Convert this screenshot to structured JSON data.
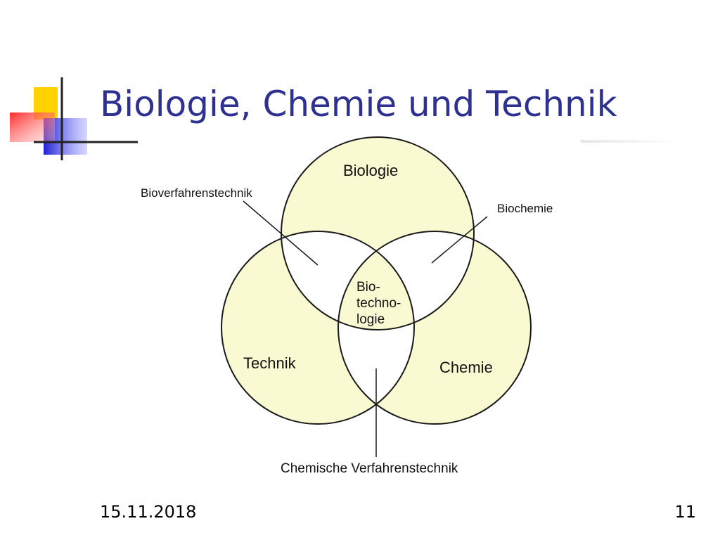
{
  "slide": {
    "title": "Biologie, Chemie und Technik",
    "date": "15.11.2018",
    "page_number": "11"
  },
  "diagram": {
    "circles": {
      "biologie": "Biologie",
      "technik": "Technik",
      "chemie": "Chemie"
    },
    "center": {
      "line1": "Bio-",
      "line2": "techno-",
      "line3": "logie"
    },
    "callouts": {
      "bioverfahrenstechnik": "Bioverfahrenstechnik",
      "biochemie": "Biochemie",
      "chemische_verfahrenstechnik": "Chemische Verfahrenstechnik"
    },
    "colors": {
      "circle_fill": "#fafad2",
      "intersection_fill": "#ffffff",
      "stroke": "#1a1a1a",
      "title": "#2e3192"
    }
  },
  "decoration": {
    "colors": {
      "yellow": "#ffd200",
      "red": "#ff3b3b",
      "blue": "#2f2fd6"
    }
  }
}
